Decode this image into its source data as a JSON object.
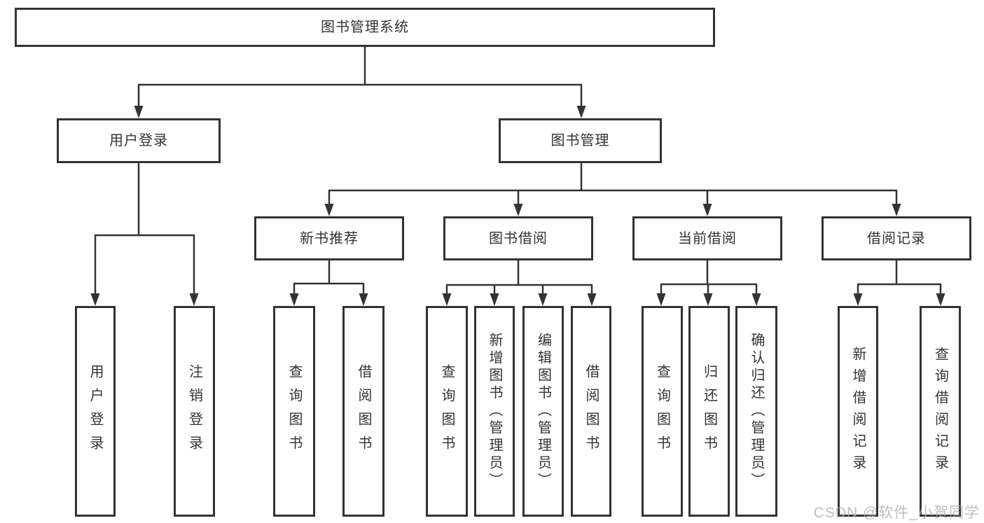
{
  "tree": {
    "label": "图书管理系统",
    "children": [
      {
        "label": "用户登录",
        "children": [
          {
            "label": "用户登录"
          },
          {
            "label": "注销登录"
          }
        ]
      },
      {
        "label": "图书管理",
        "children": [
          {
            "label": "新书推荐",
            "children": [
              {
                "label": "查询图书"
              },
              {
                "label": "借阅图书"
              }
            ]
          },
          {
            "label": "图书借阅",
            "children": [
              {
                "label": "查询图书"
              },
              {
                "label": "新增图书（管理员）"
              },
              {
                "label": "编辑图书（管理员）"
              },
              {
                "label": "借阅图书"
              }
            ]
          },
          {
            "label": "当前借阅",
            "children": [
              {
                "label": "查询图书"
              },
              {
                "label": "归还图书"
              },
              {
                "label": "确认归还（管理员）"
              }
            ]
          },
          {
            "label": "借阅记录",
            "children": [
              {
                "label": "新增借阅记录"
              },
              {
                "label": "查询借阅记录"
              }
            ]
          }
        ]
      }
    ]
  },
  "watermark": "CSDN @软件_小贺同学",
  "colors": {
    "line": "#333333",
    "box_border": "#333333",
    "box_fill": "#ffffff",
    "text": "#333333",
    "watermark": "#afafaf"
  }
}
